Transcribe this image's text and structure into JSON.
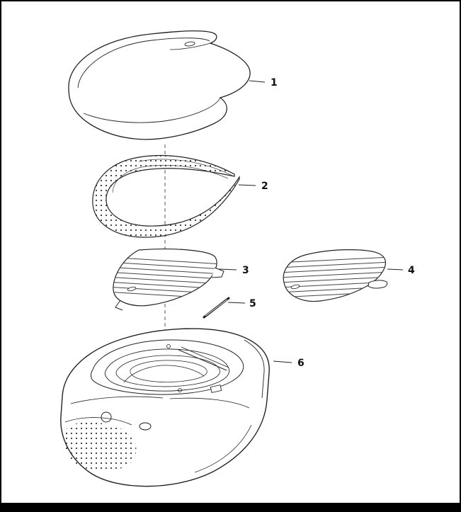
{
  "diagram": {
    "type": "exploded-parts-diagram",
    "callouts": [
      {
        "number": "1"
      },
      {
        "number": "2"
      },
      {
        "number": "3"
      },
      {
        "number": "4"
      },
      {
        "number": "5"
      },
      {
        "number": "6"
      }
    ]
  },
  "colors": {
    "line": "#222222",
    "background": "#ffffff",
    "border": "#000000",
    "perforation_dot": "#333333"
  }
}
